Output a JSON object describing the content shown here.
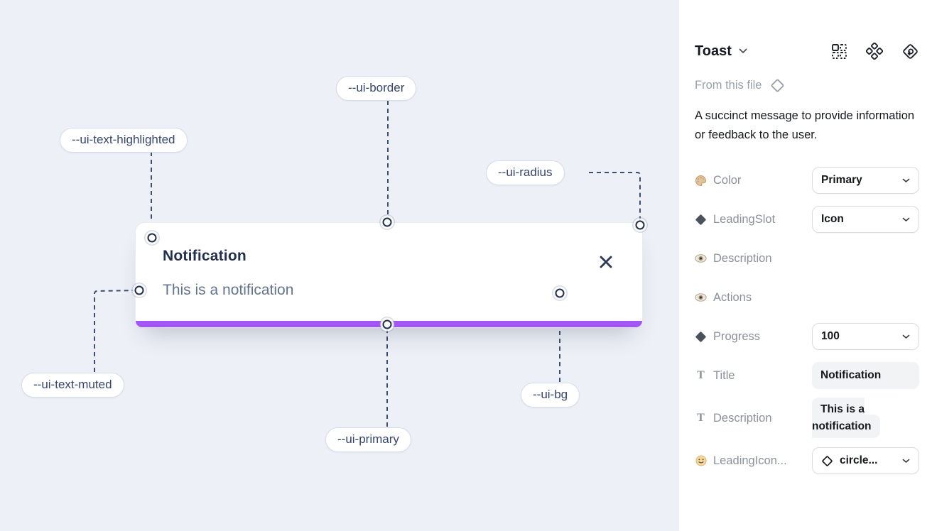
{
  "canvas": {
    "toast": {
      "title": "Notification",
      "description": "This is a notification"
    },
    "labels": {
      "border": "--ui-border",
      "text_highlighted": "--ui-text-highlighted",
      "radius": "--ui-radius",
      "text_muted": "--ui-text-muted",
      "primary": "--ui-primary",
      "bg": "--ui-bg"
    },
    "colors": {
      "canvas_bg": "#edf0f6",
      "primary_bar": "#a455f6",
      "title_text": "#22304e",
      "muted_text": "#64748b",
      "dash_line": "#3d4f70"
    }
  },
  "panel": {
    "header": {
      "title": "Toast",
      "icons": [
        "instance-grid-icon",
        "component-icon",
        "swap-instance-icon"
      ]
    },
    "source": {
      "label": "From this file"
    },
    "description": "A succinct message to provide information or feedback to the user.",
    "props": [
      {
        "icon": "palette-icon",
        "label": "Color",
        "control": "dropdown",
        "value": "Primary"
      },
      {
        "icon": "diamond-icon",
        "label": "LeadingSlot",
        "control": "dropdown",
        "value": "Icon"
      },
      {
        "icon": "eye-icon",
        "label": "Description",
        "control": "toggle",
        "value": "on"
      },
      {
        "icon": "eye-icon",
        "label": "Actions",
        "control": "toggle",
        "value": "on"
      },
      {
        "icon": "diamond-icon",
        "label": "Progress",
        "control": "dropdown",
        "value": "100"
      },
      {
        "icon": "text-icon",
        "label": "Title",
        "control": "textfield",
        "value": "Notification"
      },
      {
        "icon": "text-icon",
        "label": "Description",
        "control": "textfield",
        "value": "This is a notification"
      },
      {
        "icon": "smiley-icon",
        "label": "LeadingIcon...",
        "control": "icon-dropdown",
        "value": "circle..."
      }
    ],
    "colors": {
      "toggle_on": "#17a0f4"
    }
  }
}
